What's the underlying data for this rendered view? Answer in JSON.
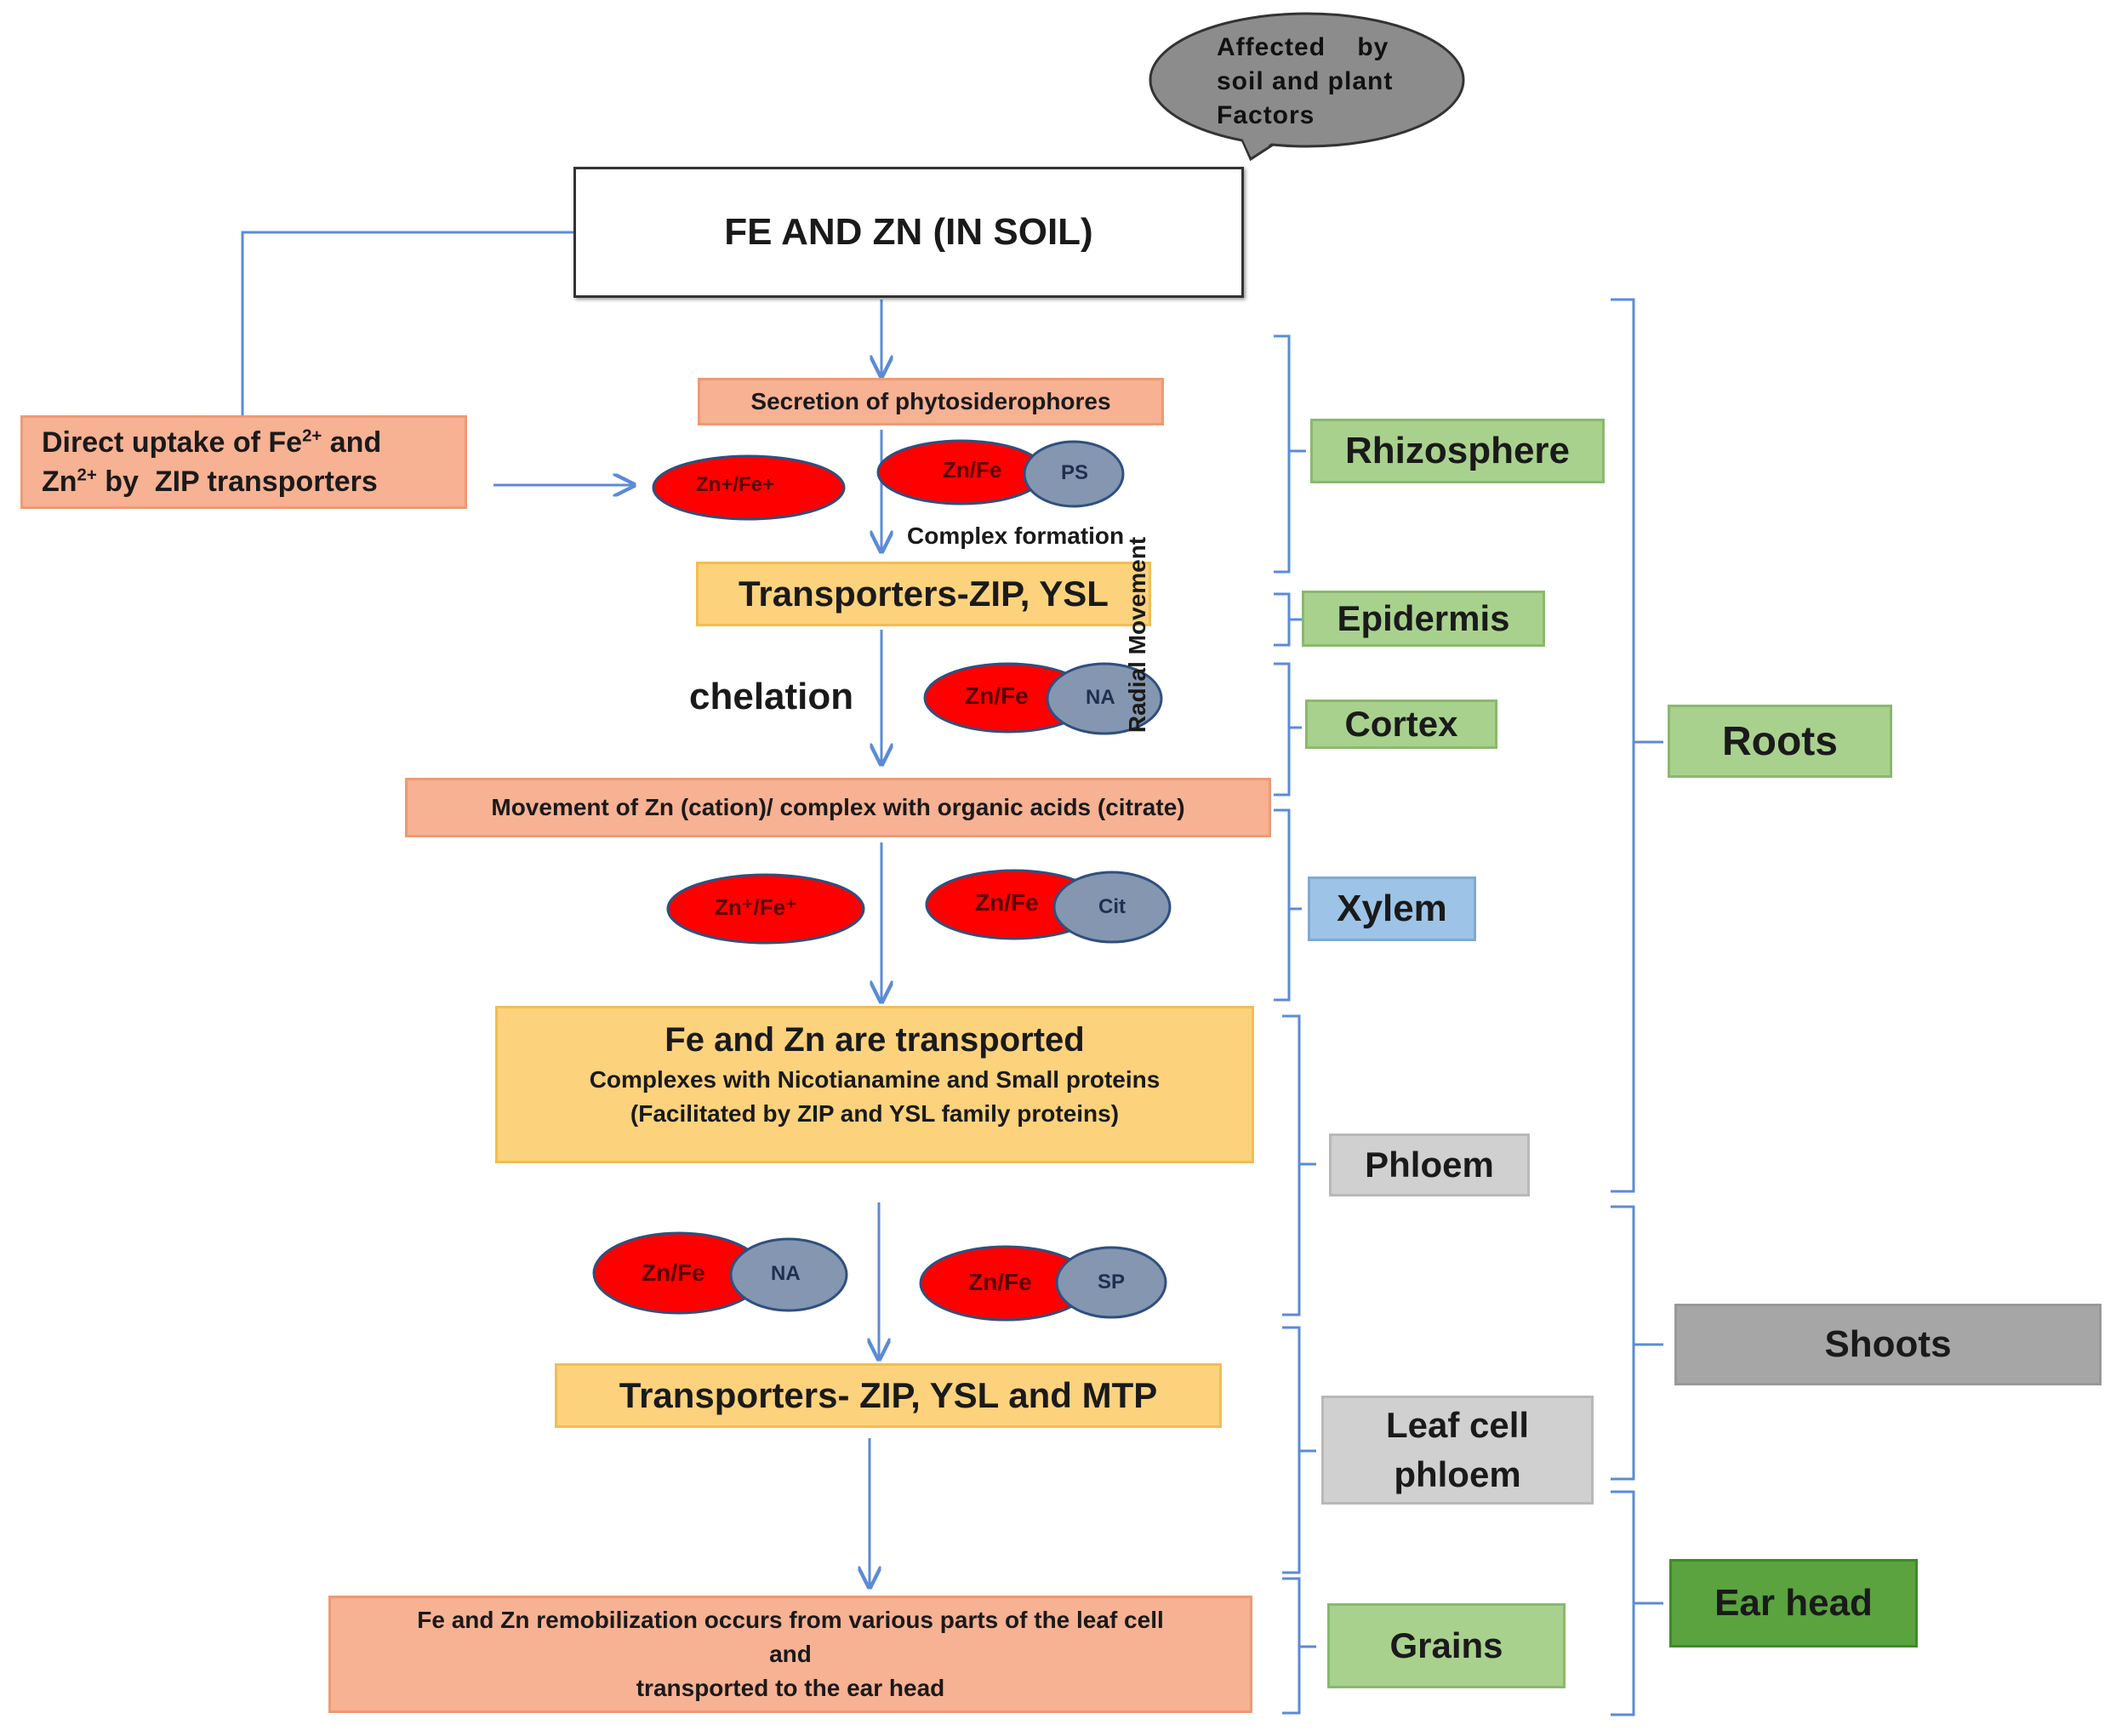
{
  "callout": {
    "line1": "Affected    by",
    "line2": "soil and plant",
    "line3": "Factors"
  },
  "soil_box": {
    "title": "FE AND ZN (IN SOIL)"
  },
  "direct_uptake": {
    "pre_fe": "Direct uptake of  Fe",
    "fe_charge": "2+",
    "and": " and",
    "zn": "Zn",
    "zn_charge": "2+",
    "post": " by  ZIP transporters"
  },
  "secretion": {
    "label": "Secretion of phytosiderophores"
  },
  "ovals": {
    "zn_fe_plus": "Zn+/Fe+",
    "zn_fe": "Zn/Fe",
    "ps": "PS",
    "na": "NA",
    "cit": "Cit",
    "sp": "SP",
    "zn_fe_cation": "Zn⁺/Fe⁺"
  },
  "complex_formation": "Complex formation",
  "transporters1": "Transporters-ZIP, YSL",
  "chelation": "chelation",
  "movement_zn": "Movement of Zn (cation)/ complex with organic acids (citrate)",
  "fe_zn_transported": {
    "title": "Fe and Zn are transported",
    "line2": "Complexes with Nicotianamine and Small proteins",
    "line3": "(Facilitated by ZIP and YSL family proteins)"
  },
  "transporters2": "Transporters- ZIP, YSL and MTP",
  "remobilization": {
    "line1": "Fe and Zn remobilization occurs from various parts of the leaf cell",
    "line2": "and",
    "line3": "transported to the ear head"
  },
  "radial_movement": "Radial Movement",
  "tissues": {
    "rhizosphere": "Rhizosphere",
    "epidermis": "Epidermis",
    "cortex": "Cortex",
    "xylem": "Xylem",
    "phloem": "Phloem",
    "leaf_cell_phloem_1": "Leaf cell",
    "leaf_cell_phloem_2": "phloem",
    "grains": "Grains"
  },
  "organs": {
    "roots": "Roots",
    "shoots": "Shoots",
    "ear_head": "Ear head"
  },
  "colors": {
    "salmon": "#f7b193",
    "yellow": "#fcd27d",
    "green": "#a9d18e",
    "blue": "#9dc3e6",
    "light_grey": "#d0d0d0",
    "dark_grey": "#a6a6a6",
    "dark_green": "#5aa33f",
    "oval_red": "#ff0000",
    "oval_blue_grey": "#8496b0",
    "arrow_blue": "#5b8bd8"
  }
}
